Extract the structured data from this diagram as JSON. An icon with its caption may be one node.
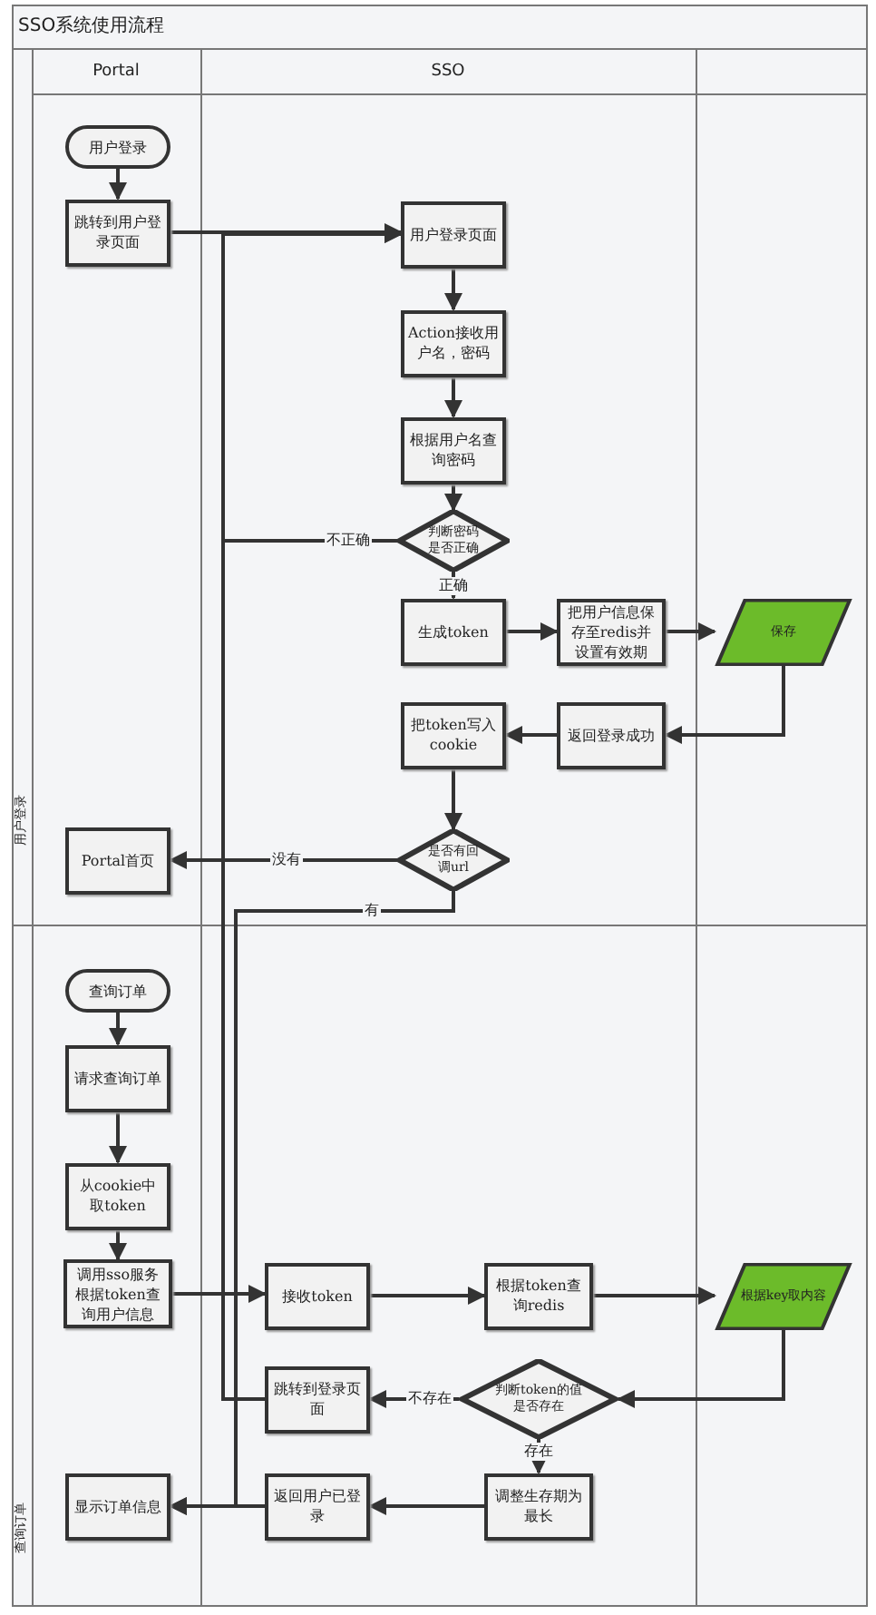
{
  "diagram": {
    "title": "SSO系统使用流程",
    "nodes": [
      {
        "text": [
          "用户登录"
        ]
      },
      {
        "text": [
          "跳转到用户登录页面"
        ]
      },
      {
        "text": [
          "用户登录页面"
        ]
      },
      {
        "text": [
          "Action接收用户名，密码"
        ]
      },
      {
        "text": [
          "根据用户名查询密码"
        ]
      },
      {
        "text": [
          "判断密码是否正确"
        ]
      },
      {
        "text": [
          "生成token"
        ]
      },
      {
        "text": [
          "把用户信息保存至redis并设置有效期"
        ]
      },
      {
        "text": [
          "保存"
        ]
      },
      {
        "text": [
          "把token写入cookie"
        ]
      },
      {
        "text": [
          "返回登录成功"
        ]
      },
      {
        "text": [
          "是否有回调url"
        ]
      },
      {
        "text": [
          "Portal首页"
        ]
      },
      {
        "text": [
          "查询订单"
        ]
      },
      {
        "text": [
          "请求查询订单"
        ]
      },
      {
        "text": [
          "从cookie中取token"
        ]
      },
      {
        "text": [
          "调用sso服务根据token查询用户信息"
        ]
      },
      {
        "text": [
          "接收token"
        ]
      },
      {
        "text": [
          "根据token查询redis"
        ]
      },
      {
        "text": [
          "根据key取内容"
        ]
      },
      {
        "text": [
          "跳转到登录页面"
        ]
      },
      {
        "text": [
          "判断token的值是否存在"
        ]
      },
      {
        "text": [
          "调整生存期为最长"
        ]
      },
      {
        "text": [
          "返回用户已登录"
        ]
      },
      {
        "text": [
          "显示订单信息"
        ]
      }
    ],
    "edges": [
      {
        "from": 0,
        "to": 1,
        "arrow": "to"
      },
      {
        "from": 1,
        "to": 2,
        "arrow": "to"
      },
      {
        "from": 2,
        "to": 3,
        "arrow": "to"
      },
      {
        "from": 3,
        "to": 4,
        "arrow": "to"
      },
      {
        "from": 4,
        "to": 5,
        "arrow": "to"
      },
      {
        "from": 5,
        "to": 6,
        "arrow": "to",
        "label": "正确"
      },
      {
        "from": 5,
        "to": 2,
        "arrow": "to",
        "label": "不正确"
      },
      {
        "from": 6,
        "to": 7,
        "arrow": "to"
      },
      {
        "from": 7,
        "to": 8,
        "arrow": "to"
      },
      {
        "from": 8,
        "to": 10,
        "arrow": "to"
      },
      {
        "from": 10,
        "to": 9,
        "arrow": "to"
      },
      {
        "from": 9,
        "to": 11,
        "arrow": "to"
      },
      {
        "from": 11,
        "to": 12,
        "arrow": "to",
        "label": "没有"
      },
      {
        "from": 11,
        "to": 24,
        "arrow": "to",
        "label": "有"
      },
      {
        "from": 13,
        "to": 14,
        "arrow": "to"
      },
      {
        "from": 14,
        "to": 15,
        "arrow": "to"
      },
      {
        "from": 15,
        "to": 16,
        "arrow": "to"
      },
      {
        "from": 16,
        "to": 17,
        "arrow": "to"
      },
      {
        "from": 17,
        "to": 18,
        "arrow": "to"
      },
      {
        "from": 18,
        "to": 19,
        "arrow": "to"
      },
      {
        "from": 19,
        "to": 21,
        "arrow": "to"
      },
      {
        "from": 21,
        "to": 20,
        "arrow": "to",
        "label": "不存在"
      },
      {
        "from": 21,
        "to": 22,
        "arrow": "to",
        "label": "存在"
      },
      {
        "from": 22,
        "to": 23,
        "arrow": "to"
      },
      {
        "from": 23,
        "to": 24,
        "arrow": "to"
      },
      {
        "from": 20,
        "to": 2,
        "arrow": "to"
      }
    ],
    "labels": [
      "Portal",
      "SSO",
      "用户登录",
      "查询订单"
    ]
  }
}
